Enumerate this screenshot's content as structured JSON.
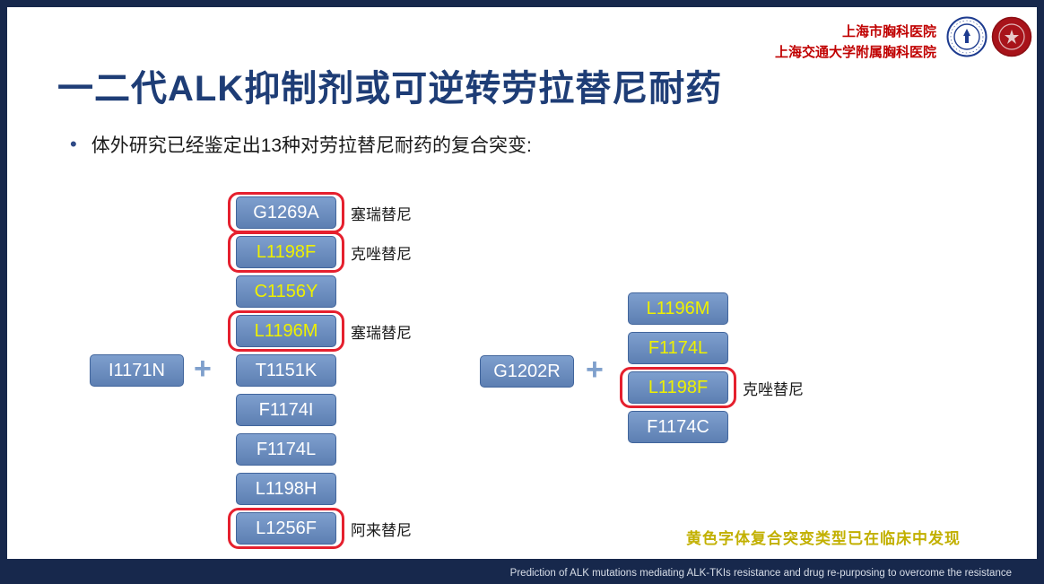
{
  "theme": {
    "bg_dark": "#17284c",
    "slide_bg": "#ffffff",
    "title_color": "#1e3d76",
    "box_fill_top": "#7e9fce",
    "box_fill_bottom": "#5d7fb2",
    "box_border": "#41659c",
    "mutation_text_white": "#ffffff",
    "mutation_text_yellow": "#eef000",
    "red_outline": "#e5202e",
    "hospital_red": "#c00000",
    "note_yellow": "#c2b000"
  },
  "header": {
    "hospital_line1": "上海市胸科医院",
    "hospital_line2": "上海交通大学附属胸科医院",
    "logos": [
      "university-seal",
      "hospital-seal"
    ]
  },
  "title": "一二代ALK抑制剂或可逆转劳拉替尼耐药",
  "bullet": "体外研究已经鉴定出13种对劳拉替尼耐药的复合突变:",
  "left_group": {
    "base": "I1171N",
    "plus": "+",
    "mutations": [
      {
        "label": "G1269A",
        "yellow": false,
        "red_outline": true,
        "drug": "塞瑞替尼"
      },
      {
        "label": "L1198F",
        "yellow": true,
        "red_outline": true,
        "drug": "克唑替尼"
      },
      {
        "label": "C1156Y",
        "yellow": true,
        "red_outline": false,
        "drug": ""
      },
      {
        "label": "L1196M",
        "yellow": true,
        "red_outline": true,
        "drug": "塞瑞替尼"
      },
      {
        "label": "T1151K",
        "yellow": false,
        "red_outline": false,
        "drug": ""
      },
      {
        "label": "F1174I",
        "yellow": false,
        "red_outline": false,
        "drug": ""
      },
      {
        "label": "F1174L",
        "yellow": false,
        "red_outline": false,
        "drug": ""
      },
      {
        "label": "L1198H",
        "yellow": false,
        "red_outline": false,
        "drug": ""
      },
      {
        "label": "L1256F",
        "yellow": false,
        "red_outline": true,
        "drug": "阿来替尼"
      }
    ]
  },
  "right_group": {
    "base": "G1202R",
    "plus": "+",
    "mutations": [
      {
        "label": "L1196M",
        "yellow": true,
        "red_outline": false,
        "drug": ""
      },
      {
        "label": "F1174L",
        "yellow": true,
        "red_outline": false,
        "drug": ""
      },
      {
        "label": "L1198F",
        "yellow": true,
        "red_outline": true,
        "drug": "克唑替尼"
      },
      {
        "label": "F1174C",
        "yellow": false,
        "red_outline": false,
        "drug": ""
      }
    ]
  },
  "note": "黄色字体复合突变类型已在临床中发现",
  "citation": "Prediction of ALK mutations mediating ALK-TKIs resistance and drug re-purposing to overcome the resistance"
}
